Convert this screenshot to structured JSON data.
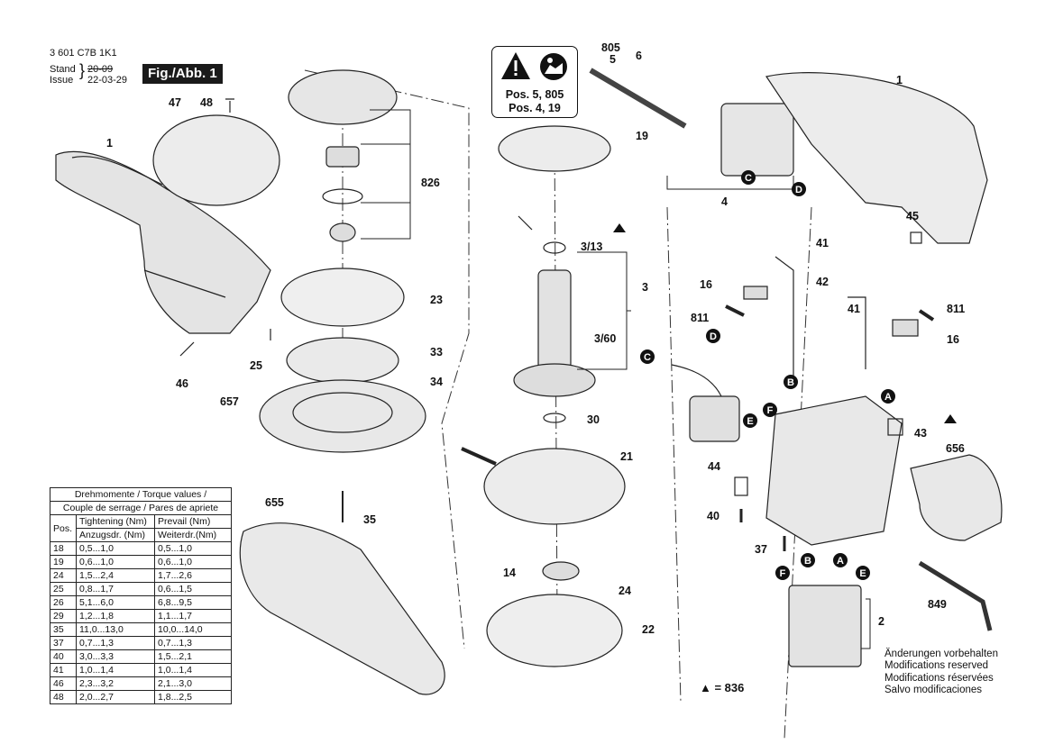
{
  "header": {
    "part_number": "3 601 C7B 1K1",
    "stand_label": "Stand",
    "issue_label": "Issue",
    "stand_date": "20-09",
    "issue_date": "22-03-29",
    "figure_label": "Fig./Abb. 1"
  },
  "warning_box": {
    "line1": "Pos. 5, 805",
    "line2": "Pos. 4, 19"
  },
  "callouts": {
    "c805": "805",
    "c5": "5",
    "c6": "6",
    "c1_top": "1",
    "c1_left": "1",
    "c19": "19",
    "c4": "4",
    "c45": "45",
    "c41_a": "41",
    "c41_b": "41",
    "c42": "42",
    "c16_a": "16",
    "c16_b": "16",
    "c811_a": "811",
    "c811_b": "811",
    "c47": "47",
    "c48": "48",
    "c826": "826",
    "c23": "23",
    "c25": "25",
    "c33": "33",
    "c46": "46",
    "c34": "34",
    "c657": "657",
    "c3_13": "3/13",
    "c3": "3",
    "c3_60": "3/60",
    "c30": "30",
    "c21": "21",
    "c655": "655",
    "c35": "35",
    "c14": "14",
    "c24": "24",
    "c22": "22",
    "c43": "43",
    "c656": "656",
    "c44": "44",
    "c40": "40",
    "c37": "37",
    "c2": "2",
    "c849": "849"
  },
  "connector_letters": {
    "C": "C",
    "D": "D",
    "A": "A",
    "B": "B",
    "E": "E",
    "F": "F"
  },
  "torque_table": {
    "title1": "Drehmomente / Torque values /",
    "title2": "Couple de serrage / Pares de apriete",
    "col_pos": "Pos.",
    "col_tight_1": "Tightening (Nm)",
    "col_tight_2": "Anzugsdr. (Nm)",
    "col_prev_1": "Prevail (Nm)",
    "col_prev_2": "Weiterdr.(Nm)",
    "rows": [
      {
        "pos": "18",
        "tight": "0,5...1,0",
        "prev": "0,5...1,0"
      },
      {
        "pos": "19",
        "tight": "0,6...1,0",
        "prev": "0,6...1,0"
      },
      {
        "pos": "24",
        "tight": "1,5...2,4",
        "prev": "1,7...2,6"
      },
      {
        "pos": "25",
        "tight": "0,8...1,7",
        "prev": "0,6...1,5"
      },
      {
        "pos": "26",
        "tight": "5,1...6,0",
        "prev": "6,8...9,5"
      },
      {
        "pos": "29",
        "tight": "1,2...1,8",
        "prev": "1,1...1,7"
      },
      {
        "pos": "35",
        "tight": "11,0...13,0",
        "prev": "10,0...14,0"
      },
      {
        "pos": "37",
        "tight": "0,7...1,3",
        "prev": "0,7...1,3"
      },
      {
        "pos": "40",
        "tight": "3,0...3,3",
        "prev": "1,5...2,1"
      },
      {
        "pos": "41",
        "tight": "1,0...1,4",
        "prev": "1,0...1,4"
      },
      {
        "pos": "46",
        "tight": "2,3...3,2",
        "prev": "2,1...3,0"
      },
      {
        "pos": "48",
        "tight": "2,0...2,7",
        "prev": "1,8...2,5"
      }
    ]
  },
  "modifications": {
    "de": "Änderungen vorbehalten",
    "en": "Modifications reserved",
    "fr": "Modifications réservées",
    "es": "Salvo modificaciones"
  },
  "legend": {
    "text": "▲ = 836"
  },
  "icons": [
    "warning-triangle-icon",
    "read-manual-icon"
  ]
}
